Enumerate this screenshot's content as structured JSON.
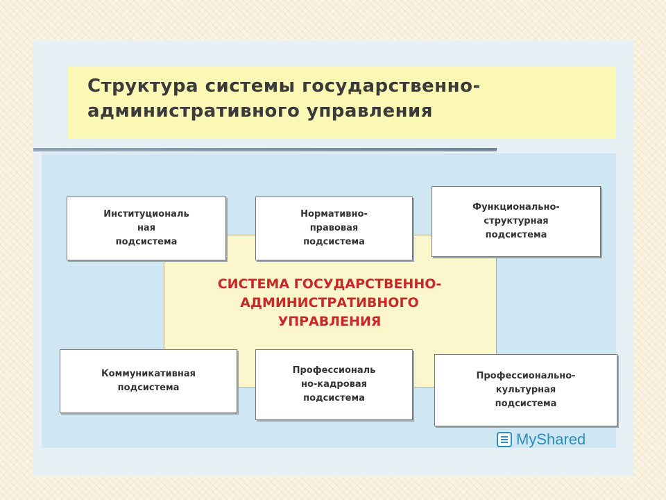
{
  "title": {
    "line1": "Структура системы государственно-",
    "line2": "административного управления"
  },
  "center": {
    "line1": "СИСТЕМА ГОСУДАРСТВЕННО-",
    "line2": "АДМИНИСТРАТИВНОГО",
    "line3": "УПРАВЛЕНИЯ"
  },
  "subsystems": [
    {
      "lines": [
        "Институциональ",
        "ная",
        "подсистема"
      ]
    },
    {
      "lines": [
        "Нормативно-",
        "правовая",
        "подсистема"
      ]
    },
    {
      "lines": [
        "Функционально-",
        "структурная",
        "подсистема"
      ]
    },
    {
      "lines": [
        "Коммуникативная",
        "подсистема"
      ]
    },
    {
      "lines": [
        "Профессиональ",
        "но-кадровая",
        "подсистема"
      ]
    },
    {
      "lines": [
        "Профессионально-",
        "культурная",
        "подсистема"
      ]
    }
  ],
  "watermark": {
    "text": "MyShared",
    "icon": "myshared-logo-icon"
  },
  "colors": {
    "background": "#fbf4e3",
    "title_band": "#fbf7b5",
    "panel": "#cfe6f3",
    "center_fill": "#fcf6cd",
    "center_text": "#c9282a",
    "watermark": "#2a8fb7"
  }
}
